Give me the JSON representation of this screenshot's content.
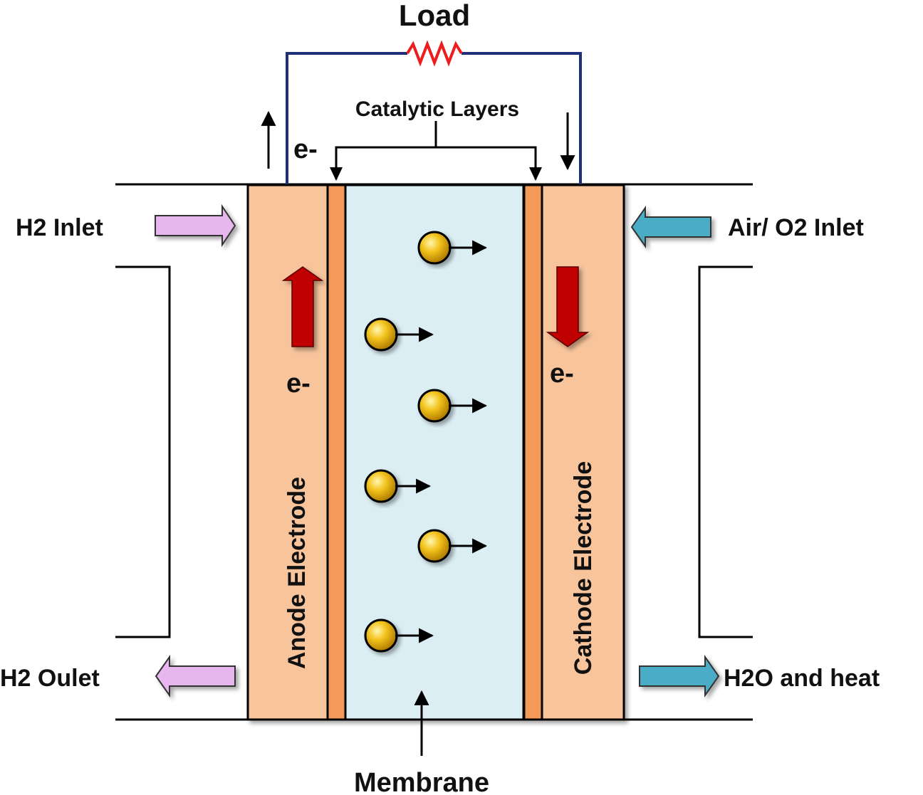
{
  "labels": {
    "load": "Load",
    "catalytic_layers": "Catalytic Layers",
    "h2_inlet": "H2 Inlet",
    "h2_outlet": "H2 Oulet",
    "air_inlet": "Air/ O2 Inlet",
    "h2o_outlet": "H2O and heat",
    "anode": "Anode Electrode",
    "cathode": "Cathode Electrode",
    "membrane": "Membrane",
    "electron": "e-"
  },
  "colors": {
    "electrode": "#f7c49c",
    "catalyst": "#f39a58",
    "membrane": "#dbeef4",
    "wire": "#1f2f7a",
    "resistor": "#ee1c1c",
    "electron_arrow": "#c00000",
    "h2_arrow": "#e8b6ee",
    "air_arrow": "#4bacc6",
    "proton": "#f3c31c"
  },
  "protons": {
    "count": 6
  }
}
